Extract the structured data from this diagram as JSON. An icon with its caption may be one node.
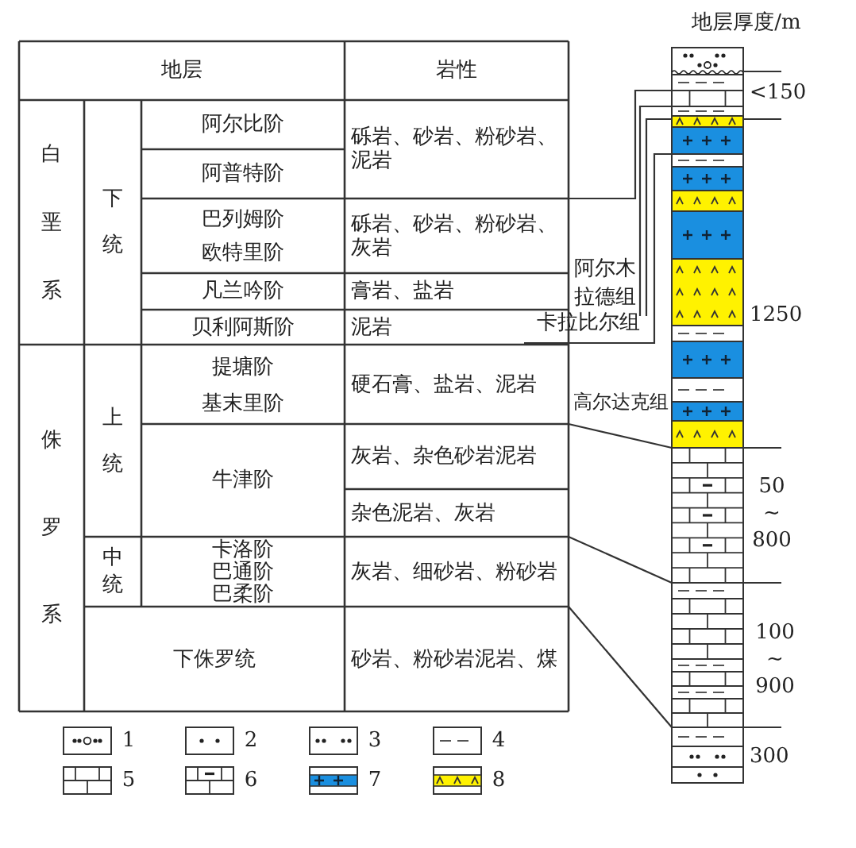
{
  "diagram": {
    "labels": [
      "地层",
      "岩性",
      "白垩系",
      "下统",
      "阿尔比阶",
      "砾岩、砂岩、粉砂岩、泥岩",
      "阿普特阶",
      "巴列姆阶",
      "欧特里阶",
      "砾岩、砂岩、粉砂岩、灰岩",
      "凡兰吟阶",
      "膏岩、盐岩",
      "贝利阿斯阶",
      "泥岩",
      "侏罗系",
      "上统",
      "提塘阶",
      "基末里阶",
      "硬石膏、盐岩、泥岩",
      "牛津阶",
      "灰岩、杂色砂岩泥岩",
      "杂色泥岩、灰岩",
      "中统",
      "卡洛阶",
      "巴通阶",
      "巴柔阶",
      "灰岩、细砂岩、粉砂岩",
      "下侏罗统",
      "砂岩、粉砂岩泥岩、煤",
      "地层厚度/m",
      "<150",
      "阿尔木拉德组",
      "卡拉比尔组",
      "1250",
      "高尔达克组",
      "50 ~ 800",
      "100 ~ 900",
      "300"
    ],
    "legend": [
      {
        "text": "1"
      },
      {
        "text": "2"
      },
      {
        "text": "3"
      },
      {
        "text": "4"
      },
      {
        "text": "5"
      },
      {
        "text": "6"
      },
      {
        "text": "7",
        "color": "#1a8fe0"
      },
      {
        "text": "8",
        "color": "#fff200"
      }
    ]
  }
}
